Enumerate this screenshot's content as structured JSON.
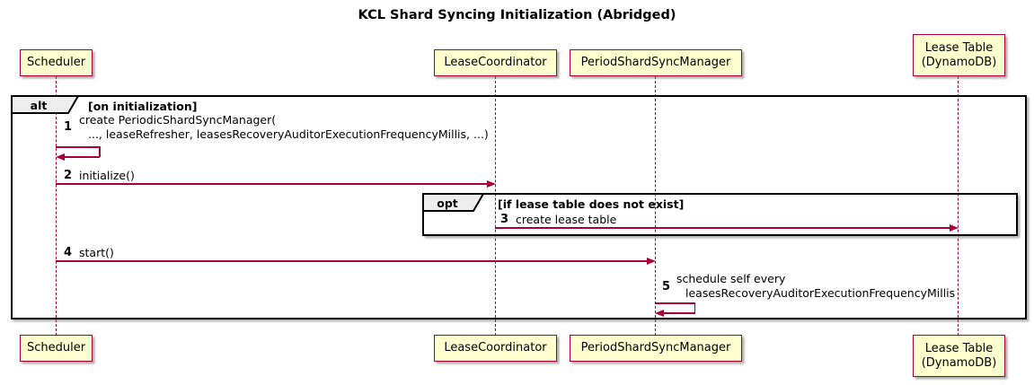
{
  "title": "KCL Shard Syncing Initialization (Abridged)",
  "colors": {
    "participant_fill": "#FEFECE",
    "participant_border": "#A80036",
    "arrow": "#A80036",
    "lifeline": "#A80036",
    "frame_border": "#000000",
    "frame_label_fill": "#EEEEEE"
  },
  "participants": [
    {
      "label": "Scheduler"
    },
    {
      "label": "LeaseCoordinator"
    },
    {
      "label": "PeriodShardSyncManager"
    },
    {
      "label": "Lease Table",
      "label_line2": "(DynamoDB)"
    }
  ],
  "frames": {
    "alt": {
      "operator": "alt",
      "guard": "[on initialization]"
    },
    "opt": {
      "operator": "opt",
      "guard": "[if lease table does not exist]"
    }
  },
  "messages": [
    {
      "num": "1",
      "kind": "self",
      "from": "Scheduler",
      "to": "Scheduler",
      "line1": "create PeriodicShardSyncManager(",
      "line2": "..., leaseRefresher, leasesRecoveryAuditorExecutionFrequencyMillis, ...)"
    },
    {
      "num": "2",
      "kind": "solid-arrow",
      "from": "Scheduler",
      "to": "LeaseCoordinator",
      "text": "initialize()"
    },
    {
      "num": "3",
      "kind": "solid-arrow",
      "from": "LeaseCoordinator",
      "to": "Lease Table (DynamoDB)",
      "text": "create lease table"
    },
    {
      "num": "4",
      "kind": "solid-arrow",
      "from": "Scheduler",
      "to": "PeriodShardSyncManager",
      "text": "start()"
    },
    {
      "num": "5",
      "kind": "self",
      "from": "PeriodShardSyncManager",
      "to": "PeriodShardSyncManager",
      "line1": "schedule self every",
      "line2": "leasesRecoveryAuditorExecutionFrequencyMillis"
    }
  ]
}
